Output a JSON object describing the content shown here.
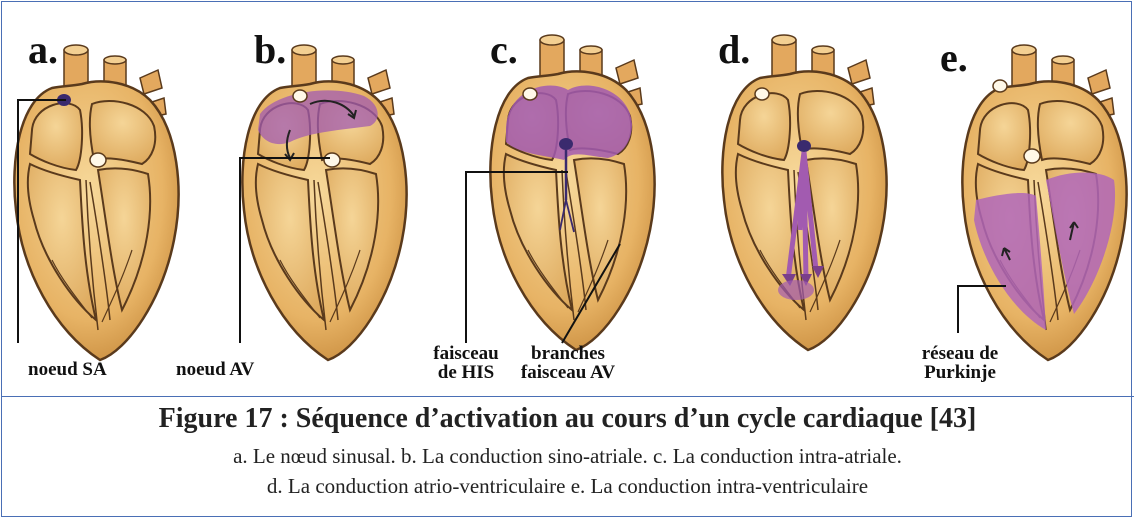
{
  "panels": [
    {
      "letter": "a."
    },
    {
      "letter": "b."
    },
    {
      "letter": "c."
    },
    {
      "letter": "d."
    },
    {
      "letter": "e."
    }
  ],
  "callouts": {
    "sa_node": "noeud SA",
    "av_node": "noeud AV",
    "his_line1": "faisceau",
    "his_line2": "de HIS",
    "branches_line1": "branches",
    "branches_line2": "faisceau AV",
    "purkinje_line1": "réseau de",
    "purkinje_line2": "Purkinje"
  },
  "figure": {
    "title": "Figure 17 : Séquence d’activation au cours d’un cycle cardiaque [43]",
    "caption_line1": "a. Le nœud sinusal.   b. La conduction sino-atriale.    c. La conduction intra-atriale.",
    "caption_line2": "d. La conduction atrio-ventriculaire   e.  La conduction intra-ventriculaire"
  },
  "colors": {
    "heart_fill": "#e9b66a",
    "heart_outline": "#5a3a1c",
    "activation": "#a25bb0",
    "node": "#3a2a6e",
    "border": "#4a6fb5"
  }
}
